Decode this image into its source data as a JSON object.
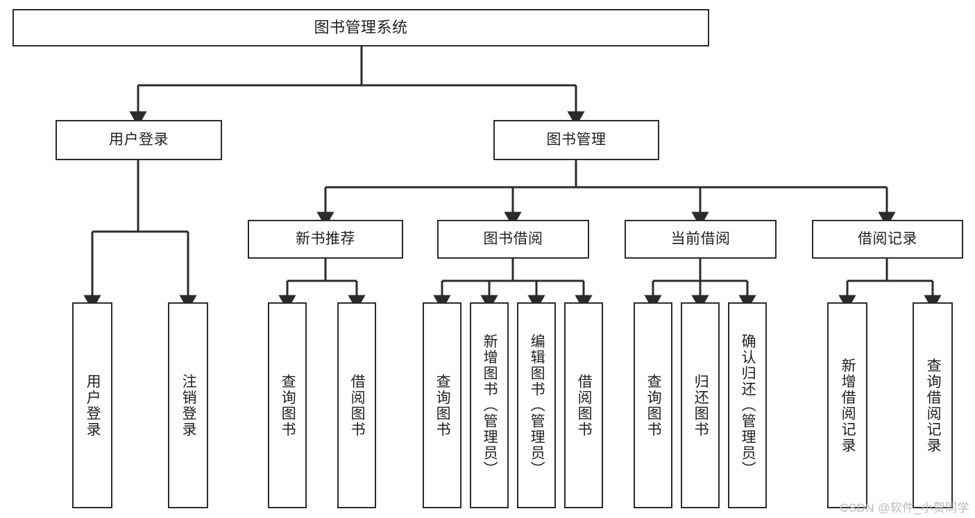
{
  "diagram": {
    "title": "图书管理系统",
    "type": "tree-hierarchy-diagram",
    "colors": {
      "background": "#ffffff",
      "box_border": "#2b2b2b",
      "box_fill": "#ffffff",
      "connector": "#2b2b2b",
      "text": "#1f1f1f",
      "watermark": "#b9b9b9"
    },
    "root": {
      "label": "图书管理系统"
    },
    "level2": [
      {
        "label": "用户登录"
      },
      {
        "label": "图书管理"
      }
    ],
    "level3": [
      {
        "label": "新书推荐"
      },
      {
        "label": "图书借阅"
      },
      {
        "label": "当前借阅"
      },
      {
        "label": "借阅记录"
      }
    ],
    "leaves": {
      "user_login": [
        {
          "label": "用户登录"
        },
        {
          "label": "注销登录"
        }
      ],
      "new_book_recommend": [
        {
          "label": "查询图书"
        },
        {
          "label": "借阅图书"
        }
      ],
      "book_borrow": [
        {
          "label": "查询图书"
        },
        {
          "label": "新增图书（管理员）"
        },
        {
          "label": "编辑图书（管理员）"
        },
        {
          "label": "借阅图书"
        }
      ],
      "current_borrow": [
        {
          "label": "查询图书"
        },
        {
          "label": "归还图书"
        },
        {
          "label": "确认归还（管理员）"
        }
      ],
      "borrow_record": [
        {
          "label": "新增借阅记录"
        },
        {
          "label": "查询借阅记录"
        }
      ]
    }
  },
  "watermark": {
    "text": "CSDN @软件_小贺同学"
  }
}
